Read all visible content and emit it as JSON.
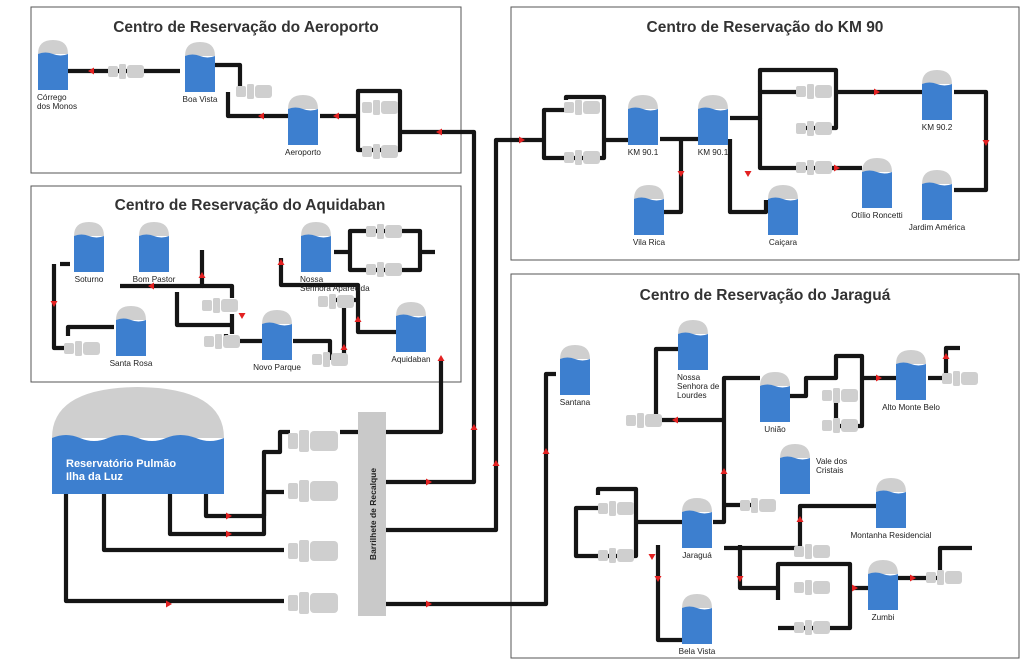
{
  "colors": {
    "water": "#3d7fcf",
    "equipment": "#cfcfcf",
    "pipe": "#151515",
    "flow_arrow": "#e32121"
  },
  "panels": {
    "aeroporto": "Centro de Reservação do Aeroporto",
    "aquidaban": "Centro de Reservação do Aquidaban",
    "km90": "Centro de Reservação do KM 90",
    "jaragua": "Centro de Reservação do Jaraguá"
  },
  "main_reservoir": {
    "line1": "Reservatório Pulmão",
    "line2": "Ilha da Luz"
  },
  "manifold_label": "Barrilhete de Recalque",
  "tanks": {
    "corrego": [
      "Córrego",
      "dos Monos"
    ],
    "boa_vista": [
      "Boa Vista"
    ],
    "aeroporto": [
      "Aeroporto"
    ],
    "soturno": [
      "Soturno"
    ],
    "bom_pastor": [
      "Bom Pastor"
    ],
    "nossa_senhora_aparecida": [
      "Nossa",
      "Senhora Aparecida"
    ],
    "santa_rosa": [
      "Santa Rosa"
    ],
    "novo_parque": [
      "Novo Parque"
    ],
    "aquidaban": [
      "Aquidaban"
    ],
    "km901a": [
      "KM 90.1"
    ],
    "km901b": [
      "KM 90.1"
    ],
    "km902": [
      "KM 90.2"
    ],
    "vila_rica": [
      "Vila Rica"
    ],
    "caicara": [
      "Caiçara"
    ],
    "otilio": [
      "Otílio Roncetti"
    ],
    "jardim_america": [
      "Jardim América"
    ],
    "santana": [
      "Santana"
    ],
    "nossa_senhora_lourdes": [
      "Nossa",
      "Senhora de",
      "Lourdes"
    ],
    "uniao": [
      "União"
    ],
    "alto_monte_belo": [
      "Alto Monte Belo"
    ],
    "vale_cristais": [
      "Vale dos",
      "Cristais"
    ],
    "jaragua": [
      "Jaraguá"
    ],
    "montanha": [
      "Montanha Residencial"
    ],
    "zumbi": [
      "Zumbi"
    ],
    "bela_vista": [
      "Bela Vista"
    ]
  }
}
